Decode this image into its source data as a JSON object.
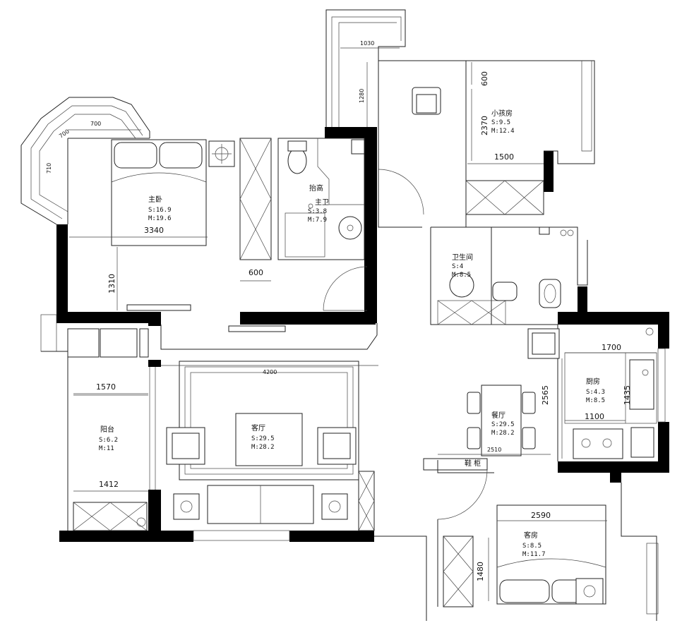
{
  "rooms": {
    "master_bedroom": {
      "name": "主卧",
      "s": "S:16.9",
      "m": "M:19.6"
    },
    "master_bath": {
      "name": "主卫",
      "s": "S:3.8",
      "m": "M:7.9",
      "note": "抬高"
    },
    "kids_room": {
      "name": "小孩房",
      "s": "S:9.5",
      "m": "M:12.4"
    },
    "bathroom": {
      "name": "卫生间",
      "s": "S:4",
      "m": "M:8.5"
    },
    "kitchen": {
      "name": "厨房",
      "s": "S:4.3",
      "m": "M:8.5"
    },
    "dining": {
      "name": "餐厅",
      "s": "S:29.5",
      "m": "M:28.2"
    },
    "living": {
      "name": "客厅",
      "s": "S:29.5",
      "m": "M:28.2"
    },
    "balcony": {
      "name": "阳台",
      "s": "S:6.2",
      "m": "M:11"
    },
    "guest_room": {
      "name": "客房",
      "s": "S:8.5",
      "m": "M:11.7"
    }
  },
  "dimensions": {
    "d1030": "1030",
    "d1280": "1280",
    "d600_kids": "600",
    "d2370": "2370",
    "d1500": "1500",
    "d700_a": "700",
    "d700_b": "700",
    "d710": "710",
    "d3340": "3340",
    "d1310": "1310",
    "d600_mb": "600",
    "d4200": "4200",
    "d1570": "1570",
    "d1412": "1412",
    "d1700": "1700",
    "d1435": "1435",
    "d1100": "1100",
    "d2565": "2565",
    "d2510": "2510",
    "d2590": "2590",
    "d1480": "1480"
  },
  "entry_label": "鞋 柜"
}
